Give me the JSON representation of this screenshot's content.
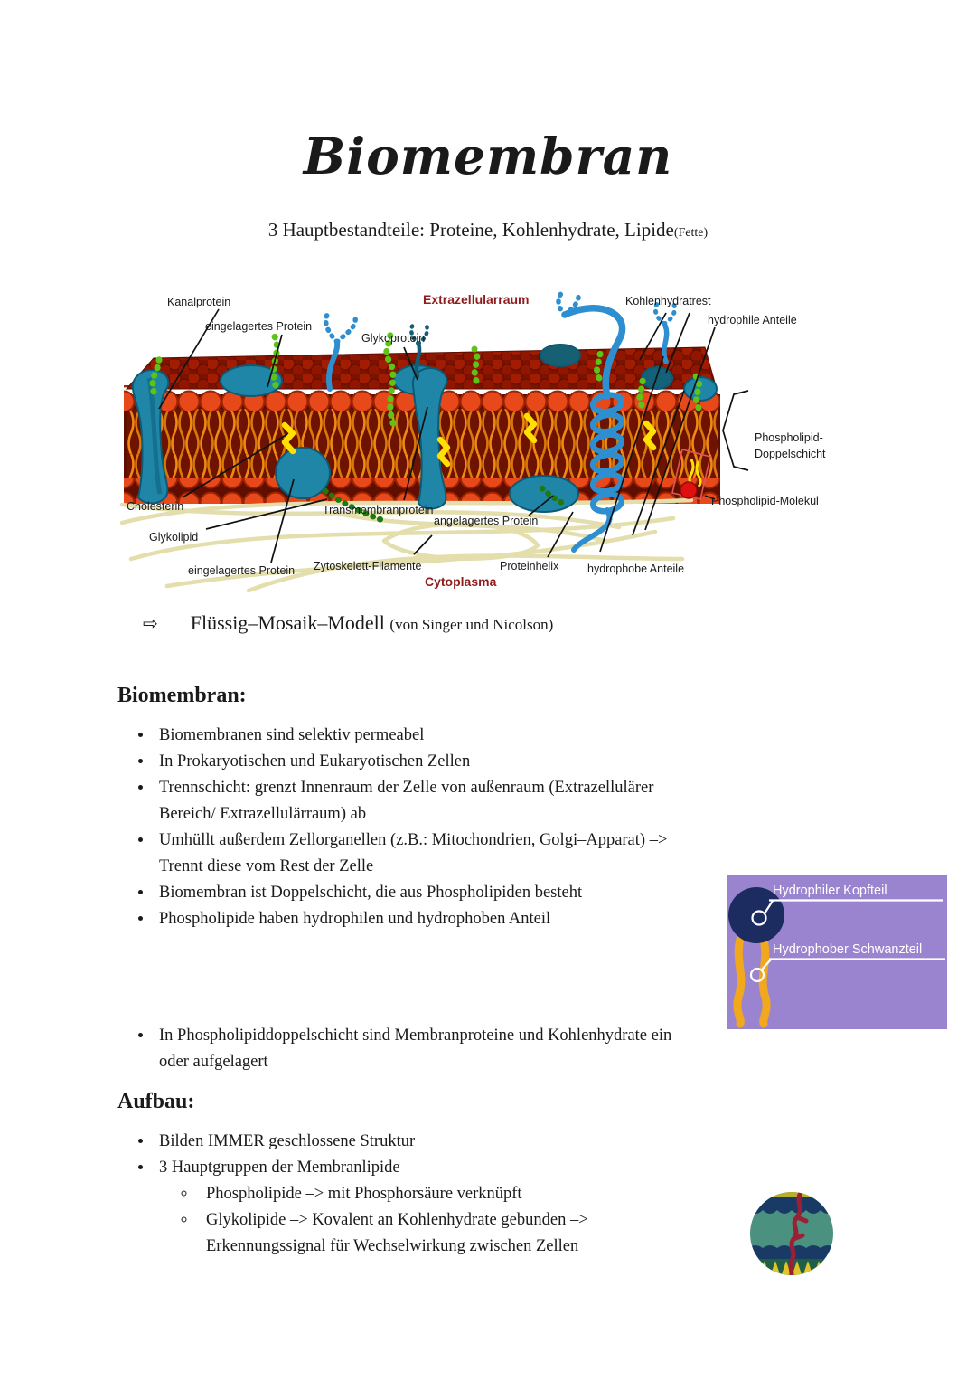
{
  "title": "Biomembran",
  "subtitle": {
    "main": "3 Hauptbestandteile: Proteine, Kohlenhydrate, Lipide",
    "note": "(Fette)"
  },
  "model": {
    "arrow": "⇨",
    "name": "Flüssig–Mosaik–Modell",
    "note": "(von Singer und Nicolson)"
  },
  "diagram": {
    "extrazellularraum": "Extrazellularraum",
    "cytoplasma": "Cytoplasma",
    "kanalprotein": "Kanalprotein",
    "eingelagertes_protein_top": "eingelagertes Protein",
    "glykoprotein": "Glykoprotein",
    "kohlenhydratrest": "Kohlenhydratrest",
    "hydrophile_anteile": "hydrophile Anteile",
    "phospholipid_doppelschicht_line1": "Phospholipid-",
    "phospholipid_doppelschicht_line2": "Doppelschicht",
    "phospholipid_molekuel": "Phospholipid-Molekül",
    "cholesterin": "Cholesterin",
    "glykolipid": "Glykolipid",
    "eingelagertes_protein_bottom": "eingelagertes Protein",
    "transmembranprotein": "Transmembranprotein",
    "angelagertes_protein": "angelagertes Protein",
    "zytoskelett_filamente": "Zytoskelett-Filamente",
    "proteinhelix": "Proteinhelix",
    "hydrophobe_anteile": "hydrophobe Anteile"
  },
  "sections": {
    "biomembran": {
      "heading": "Biomembran:",
      "bullets": [
        "Biomembranen sind selektiv permeabel",
        "In Prokaryotischen und Eukaryotischen Zellen",
        "Trennschicht: grenzt Innenraum der Zelle von außenraum (Extrazellulärer\nBereich/ Extrazellulärraum) ab",
        "Umhüllt außerdem Zellorganellen (z.B.: Mitochondrien, Golgi–Apparat) –>\nTrennt diese vom Rest der Zelle",
        "Biomembran ist Doppelschicht, die aus Phospholipiden besteht",
        "Phospholipide haben hydrophilen und hydrophoben Anteil",
        "In Phospholipiddoppelschicht sind Membranproteine und Kohlenhydrate ein–\noder aufgelagert"
      ]
    },
    "aufbau": {
      "heading": "Aufbau:",
      "bullets": [
        "Bilden IMMER geschlossene Struktur",
        "3 Hauptgruppen der Membranlipide"
      ],
      "sub_bullets": [
        "Phospholipide –> mit Phosphorsäure verknüpft",
        "Glykolipide –> Kovalent an Kohlenhydrate gebunden –>\nErkennungssignal für Wechselwirkung zwischen Zellen"
      ]
    }
  },
  "lipid_figure": {
    "head_label": "Hydrophiler Kopfteil",
    "tail_label": "Hydrophober Schwanzteil",
    "colors": {
      "background": "#9b84cf",
      "head": "#1c2b60",
      "tail": "#f2a81d"
    }
  },
  "colors": {
    "region_label": "#8f1d1d",
    "membrane_head": "#e8491b",
    "membrane_interior": "#5f0e00",
    "protein_teal": "#1f86a8",
    "glyco_blue": "#2e8fd0",
    "carb_green": "#5cc417",
    "cholesterol_yellow": "#ffe000",
    "filament": "#e3deab"
  }
}
